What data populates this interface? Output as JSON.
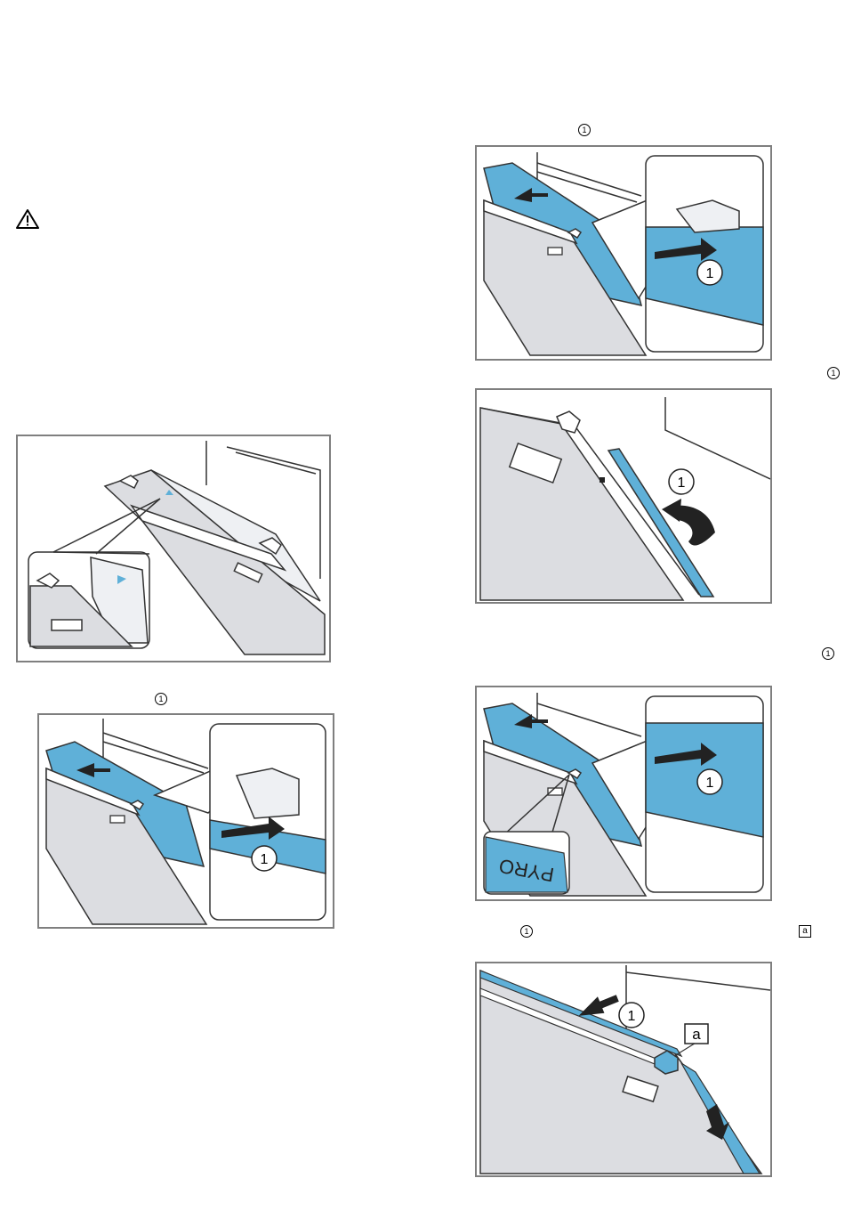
{
  "markers": {
    "step1": "1",
    "step2": "1",
    "step3": "1",
    "step4": "1",
    "step5": "1",
    "step6": "1",
    "step6_a": "a"
  },
  "figures": {
    "fig4_label": "PYRO",
    "fig6_callout": "a"
  },
  "colors": {
    "accent_blue": "#5fb0d8",
    "door_grey": "#dcdde1",
    "frame_grey": "#7f7f7f"
  }
}
